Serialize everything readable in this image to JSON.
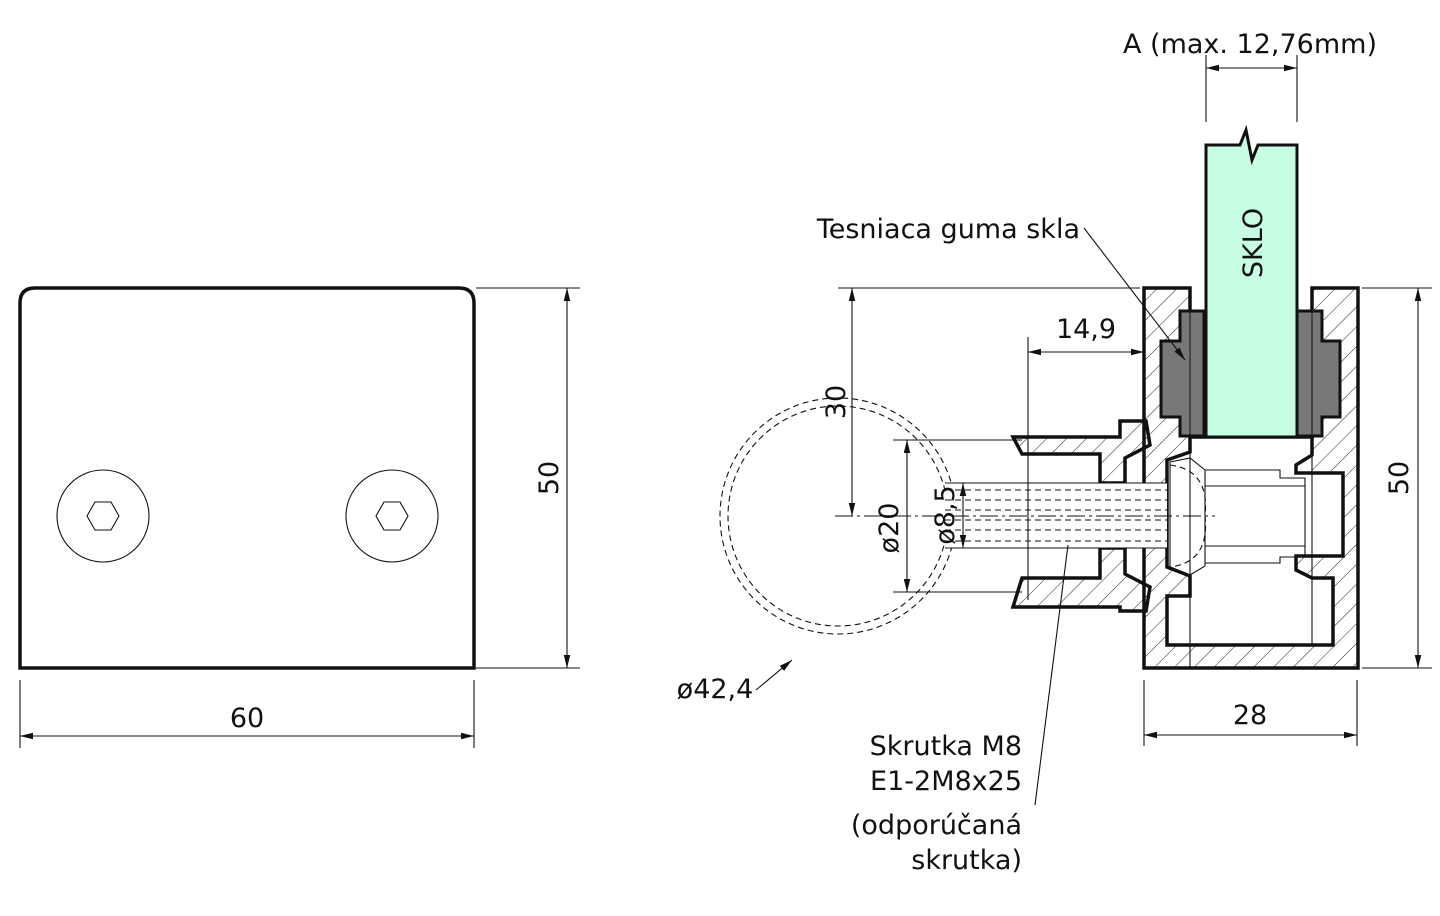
{
  "front_view": {
    "width_dim": "60",
    "height_dim": "50"
  },
  "section_view": {
    "glass_dim": "A (max. 12,76mm)",
    "glass_label": "SKLO",
    "gasket_label": "Tesniaca guma skla",
    "offset_dim": "14,9",
    "center_dim": "30",
    "tube_inner_dim": "ø20",
    "thread_dim": "ø8,5",
    "pipe_dim": "ø42,4",
    "depth_dim": "28",
    "height_dim": "50",
    "screw_label": [
      "Skrutka M8",
      "E1-2M8x25",
      "(odporúčaná",
      "skrutka)"
    ]
  },
  "colors": {
    "glass": "#c6fde3",
    "gasket": "#787878",
    "line": "#111111"
  }
}
